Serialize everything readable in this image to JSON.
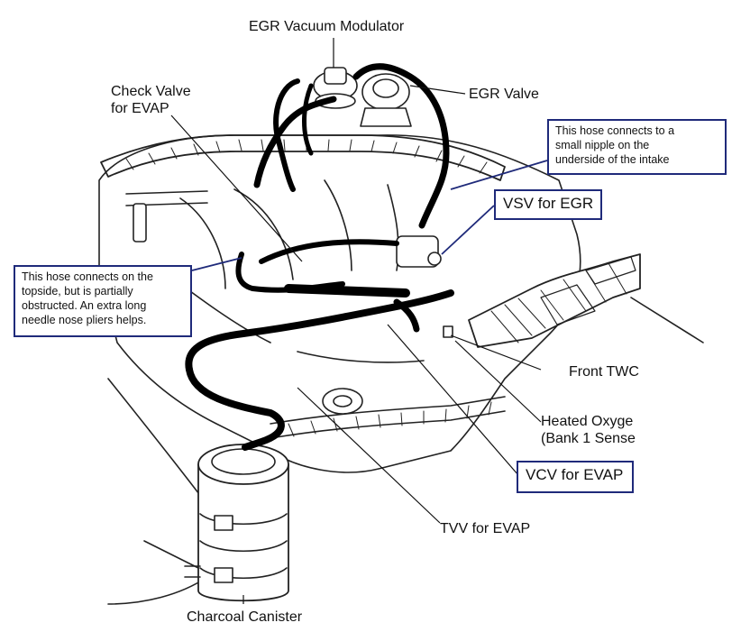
{
  "labels": {
    "egr_vacuum_modulator": "EGR Vacuum Modulator",
    "egr_valve": "EGR Valve",
    "check_valve_line1": "Check Valve",
    "check_valve_line2": "for EVAP",
    "front_twc": "Front TWC",
    "heated_oxygen_line1": "Heated Oxyge",
    "heated_oxygen_line2": "(Bank 1 Sense",
    "tvv_for_evap": "TVV for EVAP",
    "charcoal_canister": "Charcoal Canister"
  },
  "callouts": {
    "vsv_for_egr": "VSV for EGR",
    "vcv_for_evap": "VCV for EVAP",
    "intake_hose_lines": [
      "This hose connects to a",
      "small nipple  on the",
      "underside of the intake"
    ],
    "topside_hose_lines": [
      "This hose connects on the",
      "topside, but is partially",
      "obstructed. An extra long",
      "needle nose pliers helps."
    ]
  },
  "colors": {
    "callout_border": "#1f2a7a",
    "line_art": "#111111",
    "hose": "#000000"
  }
}
